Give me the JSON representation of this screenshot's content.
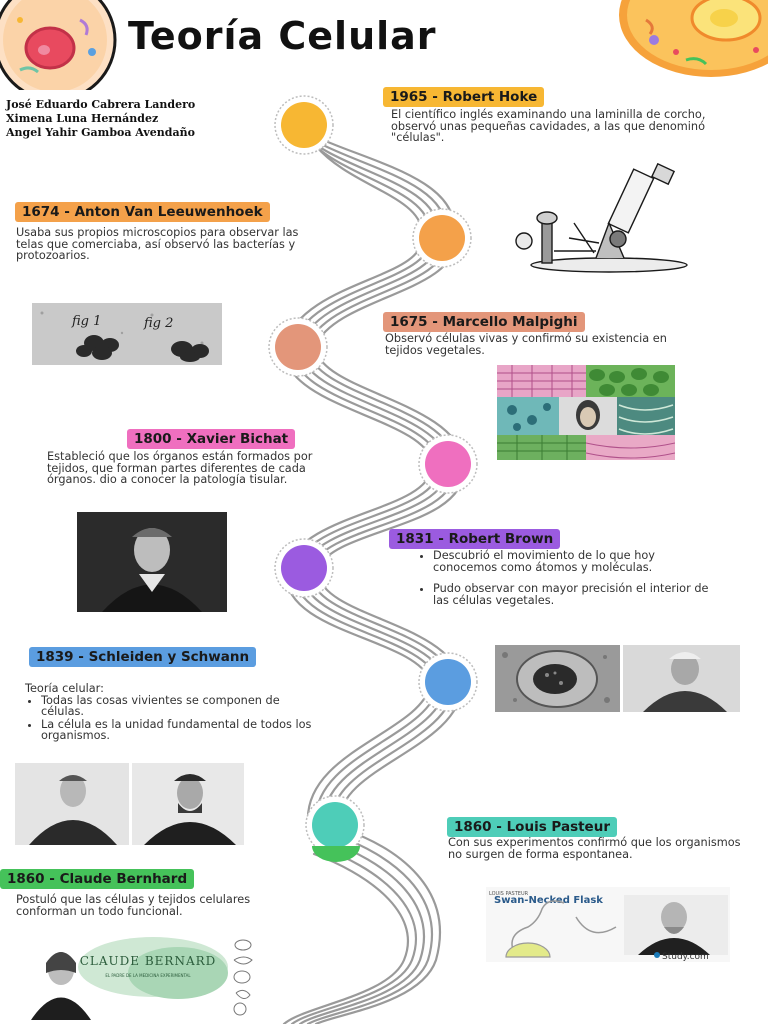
{
  "title": "Teoría Celular",
  "authors": [
    "José Eduardo Cabrera Landero",
    "Ximena Luna Hernández",
    "Angel Yahir Gamboa Avendaño"
  ],
  "events": [
    {
      "label": "1965 - Robert Hoke",
      "color": "#f7b733",
      "text": "El científico inglés examinando una laminilla de corcho, observó unas pequeñas cavidades, a las que denominó \"células\"."
    },
    {
      "label": "1674 - Anton Van Leeuwenhoek",
      "color": "#f4a14a",
      "text": "Usaba sus propios microscopios para observar las telas que comerciaba, así observó las bacterías y protozoarios."
    },
    {
      "label": "1675 - Marcello Malpighi",
      "color": "#e3967a",
      "text": "Observó células vivas y confirmó su existencia en tejidos vegetales."
    },
    {
      "label": "1800 - Xavier Bichat",
      "color": "#ef6fbf",
      "text": "Estableció que los órganos están formados por tejidos, que forman partes diferentes de cada órganos. dio a conocer la patología tisular."
    },
    {
      "label": "1831 - Robert Brown",
      "color": "#9b5be0",
      "bullets": [
        "Descubrió el movimiento de lo que hoy conocemos como átomos y moléculas.",
        "Pudo observar con mayor precisión el interior de las células vegetales."
      ]
    },
    {
      "label": "1839 - Schleiden y Schwann",
      "color": "#5b9de0",
      "intro": "Teoría celular:",
      "bullets": [
        "Todas las cosas vivientes se componen de células.",
        "La célula es la unidad fundamental de todos los organismos."
      ]
    },
    {
      "label": "1860 - Louis Pasteur",
      "color": "#4ecdb8",
      "text": "Con sus experimentos confirmó que los organismos no surgen de forma espontanea."
    },
    {
      "label": "1860 - Claude Bernhard",
      "color": "#45c25a",
      "text": "Postuló que las células y tejidos celulares conforman un todo funcional."
    }
  ],
  "images": {
    "fig1": "fig 1",
    "fig2": "fig 2",
    "pasteur_header": "LOUIS PASTEUR",
    "flask_title": "Swan-Necked Flask",
    "study_logo": "Study.com",
    "bernard_name": "CLAUDE BERNARD",
    "bernard_sub": "EL PADRE DE LA MEDICINA EXPERIMENTAL"
  }
}
